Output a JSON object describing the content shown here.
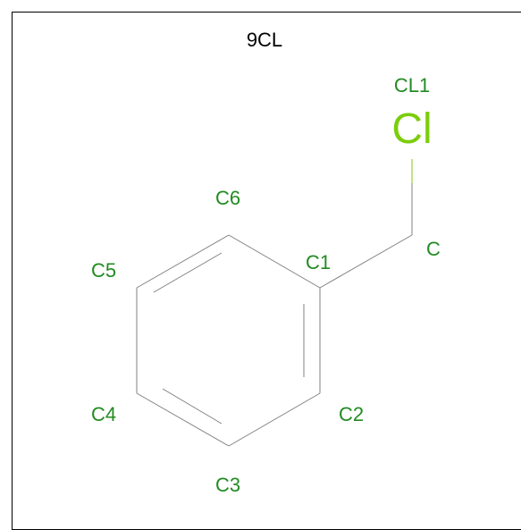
{
  "title": "9CL",
  "colors": {
    "bond": "#808080",
    "atom_label": "#228B22",
    "chlorine": "#7CCD0C",
    "text": "#000000"
  },
  "molecule": {
    "element_symbol": "Cl",
    "atom_labels": {
      "cl1": "CL1",
      "c": "C",
      "c1": "C1",
      "c2": "C2",
      "c3": "C3",
      "c4": "C4",
      "c5": "C5",
      "c6": "C6"
    }
  }
}
